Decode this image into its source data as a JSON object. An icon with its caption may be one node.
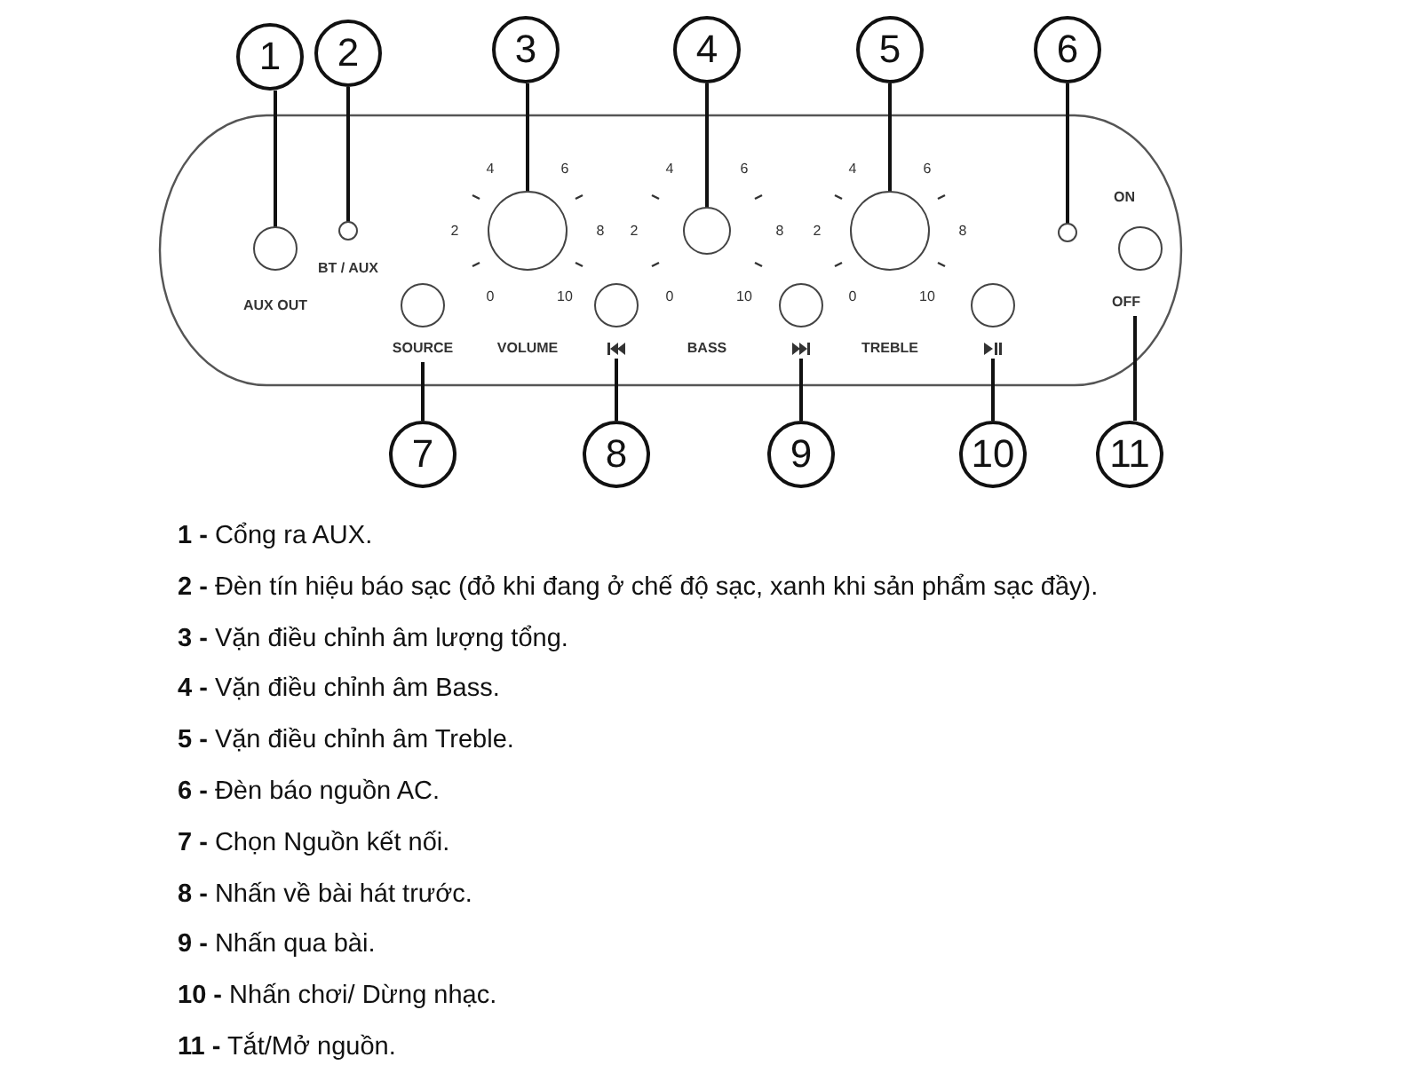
{
  "diagram": {
    "nodes": [
      {
        "text": [
          "1"
        ]
      },
      {
        "text": [
          "2"
        ]
      },
      {
        "text": [
          "3"
        ]
      },
      {
        "text": [
          "4"
        ]
      },
      {
        "text": [
          "5"
        ]
      },
      {
        "text": [
          "6"
        ]
      },
      {
        "text": [
          "7"
        ]
      },
      {
        "text": [
          "8"
        ]
      },
      {
        "text": [
          "9"
        ]
      },
      {
        "text": [
          "10"
        ]
      },
      {
        "text": [
          "11"
        ]
      },
      {
        "text": [],
        "shape": "circle"
      },
      {
        "text": [],
        "shape": "circle",
        "beside": [
          "BT / AUX"
        ]
      },
      {
        "text": [],
        "shape": "circle"
      },
      {
        "text": [],
        "shape": "circle"
      },
      {
        "text": [],
        "shape": "circle"
      },
      {
        "text": [],
        "shape": "circle"
      },
      {
        "text": [],
        "shape": "circle",
        "beside": [
          "SOURCE"
        ]
      },
      {
        "text": [],
        "shape": "circle"
      },
      {
        "text": [],
        "shape": "circle"
      },
      {
        "text": [],
        "shape": "circle"
      },
      {
        "text": [],
        "shape": "circle",
        "beside": [
          "ON",
          "OFF"
        ]
      }
    ],
    "edges": [
      {
        "from": 0,
        "to": 11,
        "arrow": "none"
      },
      {
        "from": 1,
        "to": 12,
        "arrow": "none"
      },
      {
        "from": 2,
        "to": 13,
        "arrow": "none"
      },
      {
        "from": 3,
        "to": 14,
        "arrow": "none"
      },
      {
        "from": 4,
        "to": 15,
        "arrow": "none"
      },
      {
        "from": 5,
        "to": 16,
        "arrow": "none"
      },
      {
        "from": 6,
        "to": 17,
        "arrow": "none"
      },
      {
        "from": 7,
        "to": 18,
        "arrow": "none"
      },
      {
        "from": 8,
        "to": 19,
        "arrow": "none"
      },
      {
        "from": 9,
        "to": 20,
        "arrow": "none"
      },
      {
        "from": 10,
        "to": 21,
        "arrow": "none"
      }
    ],
    "labels": [
      "AUX OUT",
      "VOLUME",
      "BASS",
      "TREBLE",
      "4",
      "6",
      "2",
      "8",
      "0",
      "10",
      "4",
      "6",
      "2",
      "8",
      "0",
      "10",
      "4",
      "6",
      "2",
      "8",
      "0",
      "10",
      "**1 -** Cổng ra AUX.",
      "**2 -** Đèn tín hiệu báo sạc (đỏ khi đang ở chế độ sạc, xanh khi sản phẩm sạc đầy).",
      "**3 -** Vặn điều chỉnh âm lượng tổng.",
      "**4 -** Vặn điều chỉnh âm Bass.",
      "**5 -** Vặn điều chỉnh âm Treble.",
      "**6 -** Đèn báo nguồn AC.",
      "**7 -** Chọn Nguồn kết nối.",
      "**8 -** Nhấn về bài hát trước.",
      "**9 -** Nhấn qua bài.",
      "**10 -** Nhấn chơi/ Dừng nhạc.",
      "**11 -** Tắt/Mở nguồn."
    ]
  }
}
